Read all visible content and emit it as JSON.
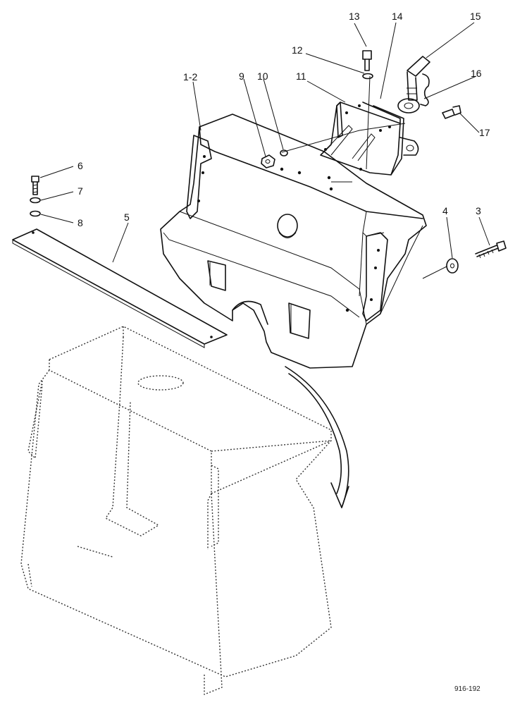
{
  "callouts": [
    {
      "id": "13",
      "text": "13"
    },
    {
      "id": "14",
      "text": "14"
    },
    {
      "id": "15",
      "text": "15"
    },
    {
      "id": "12",
      "text": "12"
    },
    {
      "id": "16",
      "text": "16"
    },
    {
      "id": "1-2",
      "text": "1-2"
    },
    {
      "id": "9",
      "text": "9"
    },
    {
      "id": "10",
      "text": "10"
    },
    {
      "id": "11",
      "text": "11"
    },
    {
      "id": "17",
      "text": "17"
    },
    {
      "id": "6",
      "text": "6"
    },
    {
      "id": "7",
      "text": "7"
    },
    {
      "id": "8",
      "text": "8"
    },
    {
      "id": "5",
      "text": "5"
    },
    {
      "id": "4",
      "text": "4"
    },
    {
      "id": "3",
      "text": "3"
    }
  ],
  "figure_number": "916-192"
}
